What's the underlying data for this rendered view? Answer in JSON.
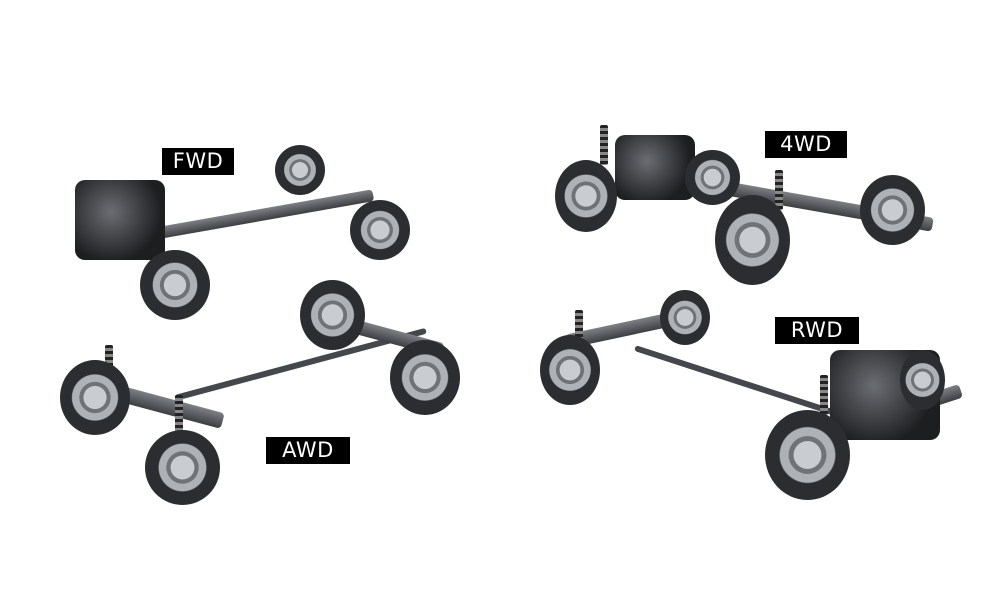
{
  "image": {
    "description": "Comparison of drivetrain layouts showing four vehicle chassis illustrations",
    "background": "#ffffff"
  },
  "labels": {
    "fwd": "FWD",
    "fourwd": "4WD",
    "awd": "AWD",
    "rwd": "RWD"
  },
  "colors": {
    "label_bg": "#000000",
    "label_text": "#ffffff"
  }
}
